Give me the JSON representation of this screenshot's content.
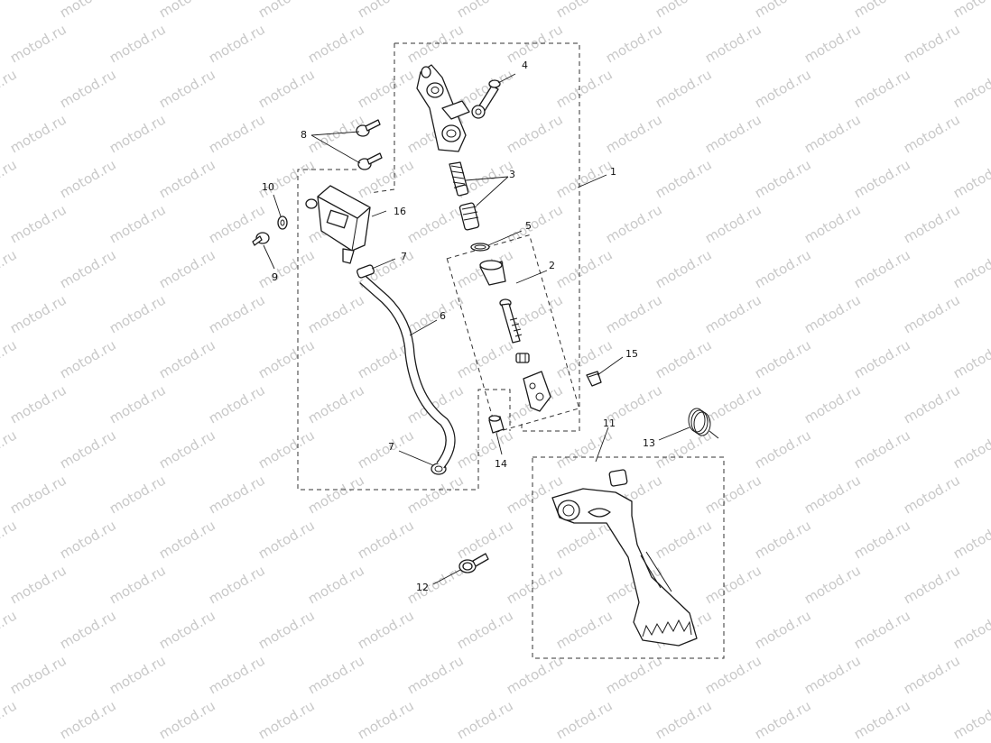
{
  "watermark": {
    "text": "motod.ru"
  },
  "callouts": {
    "c1": "1",
    "c2": "2",
    "c3": "3",
    "c4": "4",
    "c5": "5",
    "c6": "6",
    "c7a": "7",
    "c7b": "7",
    "c8": "8",
    "c9": "9",
    "c10": "10",
    "c11": "11",
    "c12": "12",
    "c13": "13",
    "c14": "14",
    "c15": "15",
    "c16": "16"
  }
}
